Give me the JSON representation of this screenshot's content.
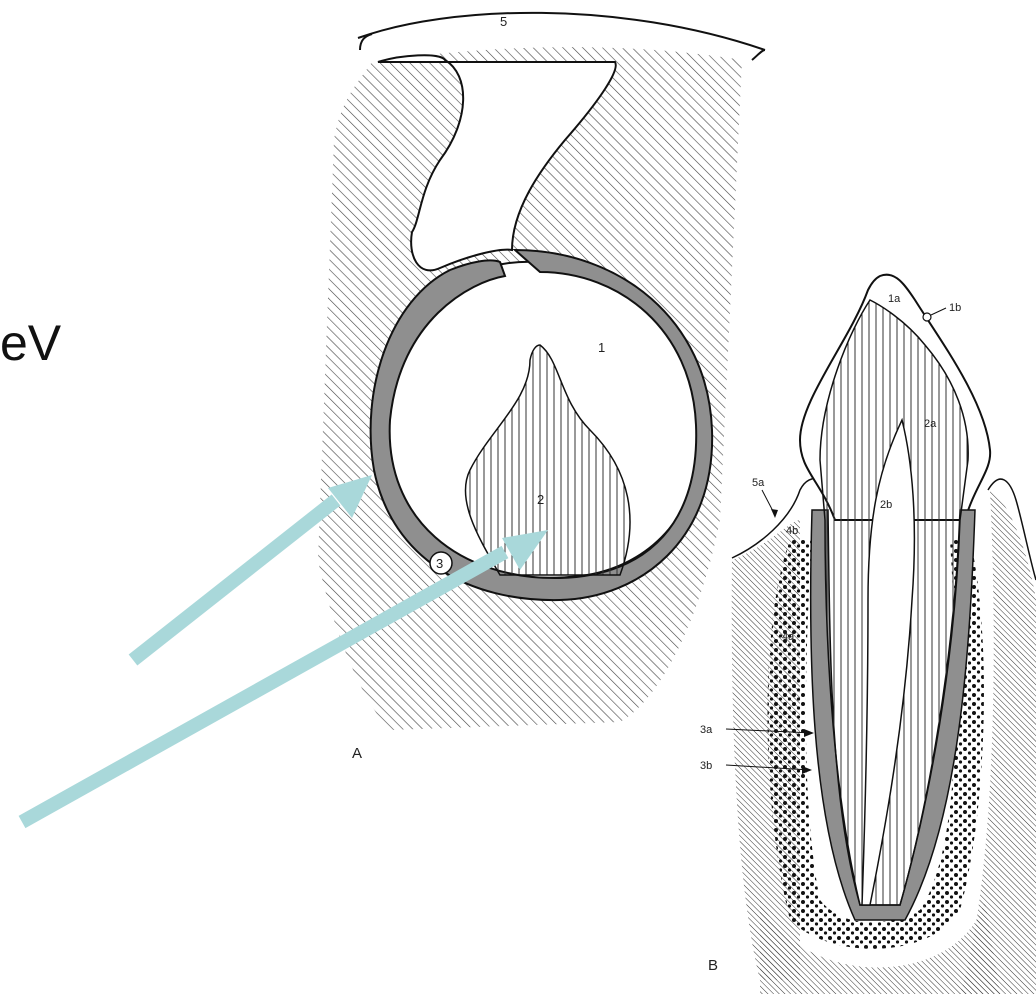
{
  "fragment_text": "eV",
  "panel_a": {
    "panel_letter": "A",
    "labels": {
      "l1": "1",
      "l2": "2",
      "l3": "3",
      "l5": "5"
    }
  },
  "panel_b": {
    "panel_letter": "B",
    "labels": {
      "l1a": "1a",
      "l1b": "1b",
      "l2a": "2a",
      "l2b": "2b",
      "l3a": "3a",
      "l3b": "3b",
      "l4a": "4a",
      "l4b": "4b",
      "l5a": "5a"
    }
  },
  "colors": {
    "arrow": "#a9d8da",
    "shaded_layer": "#8f8f8f",
    "hatch": "#444444"
  }
}
